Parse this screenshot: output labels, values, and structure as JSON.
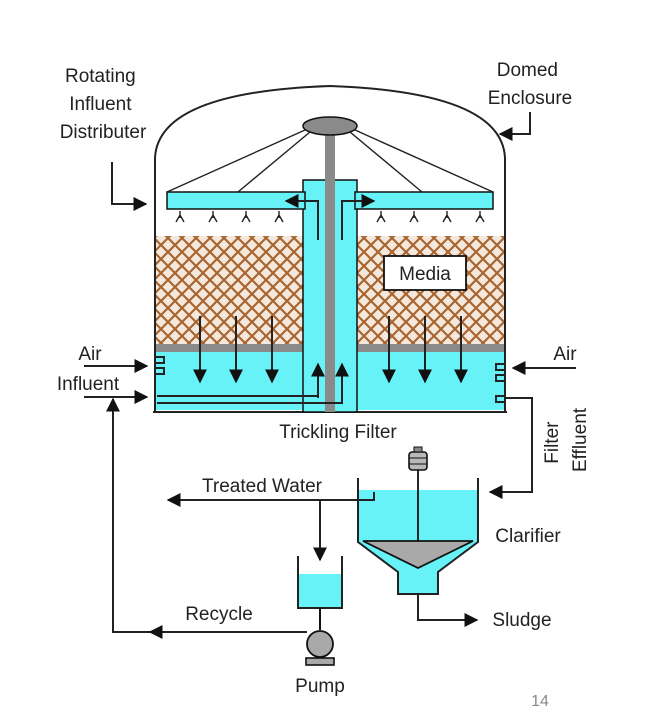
{
  "labels": {
    "rotating_distributer": [
      "Rotating",
      "Influent",
      "Distributer"
    ],
    "domed_enclosure": [
      "Domed",
      "Enclosure"
    ],
    "media": "Media",
    "air_left": "Air",
    "air_right": "Air",
    "influent": "Influent",
    "trickling_filter": "Trickling Filter",
    "filter_effluent": [
      "Filter",
      "Effluent"
    ],
    "treated_water": "Treated Water",
    "clarifier": "Clarifier",
    "sludge": "Sludge",
    "recycle": "Recycle",
    "pump": "Pump",
    "page_number": "14"
  },
  "colors": {
    "water": "#66f2f7",
    "media_fill": "#f4e8dc",
    "media_mesh": "#a8652f",
    "outline": "#111111",
    "shaft": "#8a8a8a",
    "underdrain": "#8a8a8a",
    "cone": "#a9a9a9"
  }
}
